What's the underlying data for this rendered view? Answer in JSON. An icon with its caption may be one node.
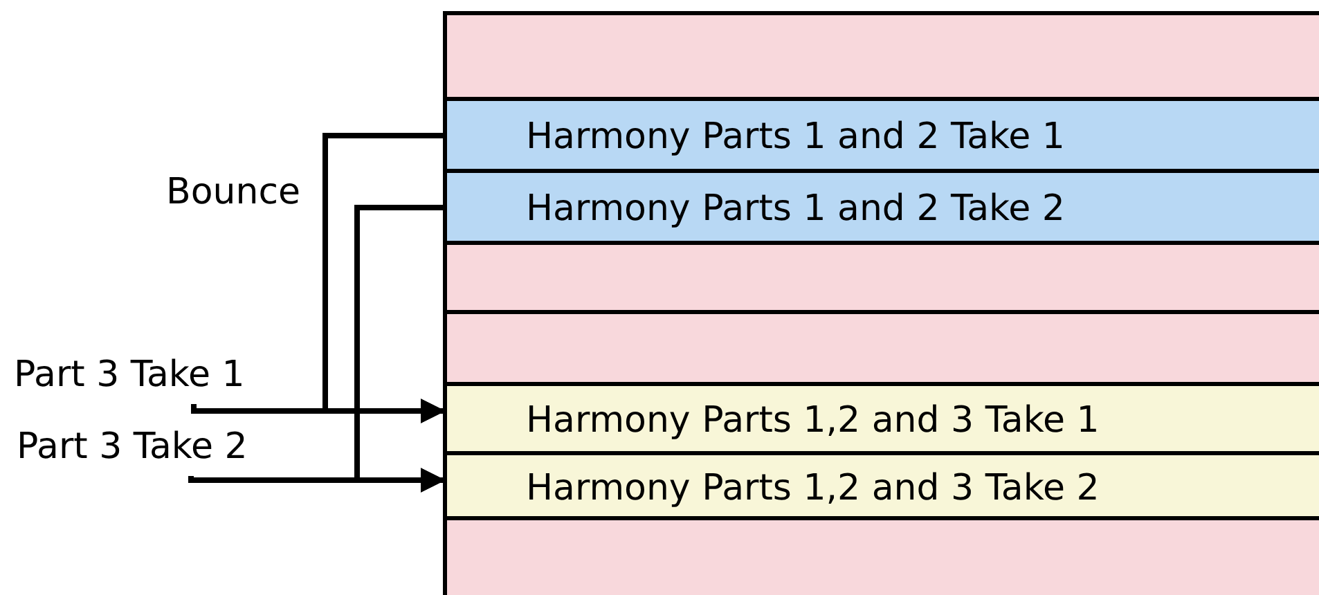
{
  "diagram": {
    "nodes": [
      {
        "text": [],
        "shape": "bar"
      },
      {
        "text": [
          "Harmony Parts 1 and 2 Take 1"
        ]
      },
      {
        "text": [
          "Harmony Parts 1 and 2 Take 2"
        ]
      },
      {
        "text": [],
        "shape": "bar"
      },
      {
        "text": [],
        "shape": "bar"
      },
      {
        "text": [
          "Harmony Parts 1,2 and 3 Take 1"
        ]
      },
      {
        "text": [
          "Harmony Parts 1,2 and 3 Take 2"
        ]
      },
      {
        "text": [],
        "shape": "bar"
      },
      {
        "text": [
          "Part 3 Take 1"
        ]
      },
      {
        "text": [
          "Part 3 Take 2"
        ]
      }
    ],
    "edges": [
      {
        "from": 8,
        "to": 5,
        "arrow": "to"
      },
      {
        "from": 1,
        "to": 5,
        "arrow": "to"
      },
      {
        "from": 9,
        "to": 6,
        "arrow": "to"
      },
      {
        "from": 2,
        "to": 6,
        "arrow": "to"
      }
    ],
    "labels": [
      "Bounce"
    ]
  }
}
